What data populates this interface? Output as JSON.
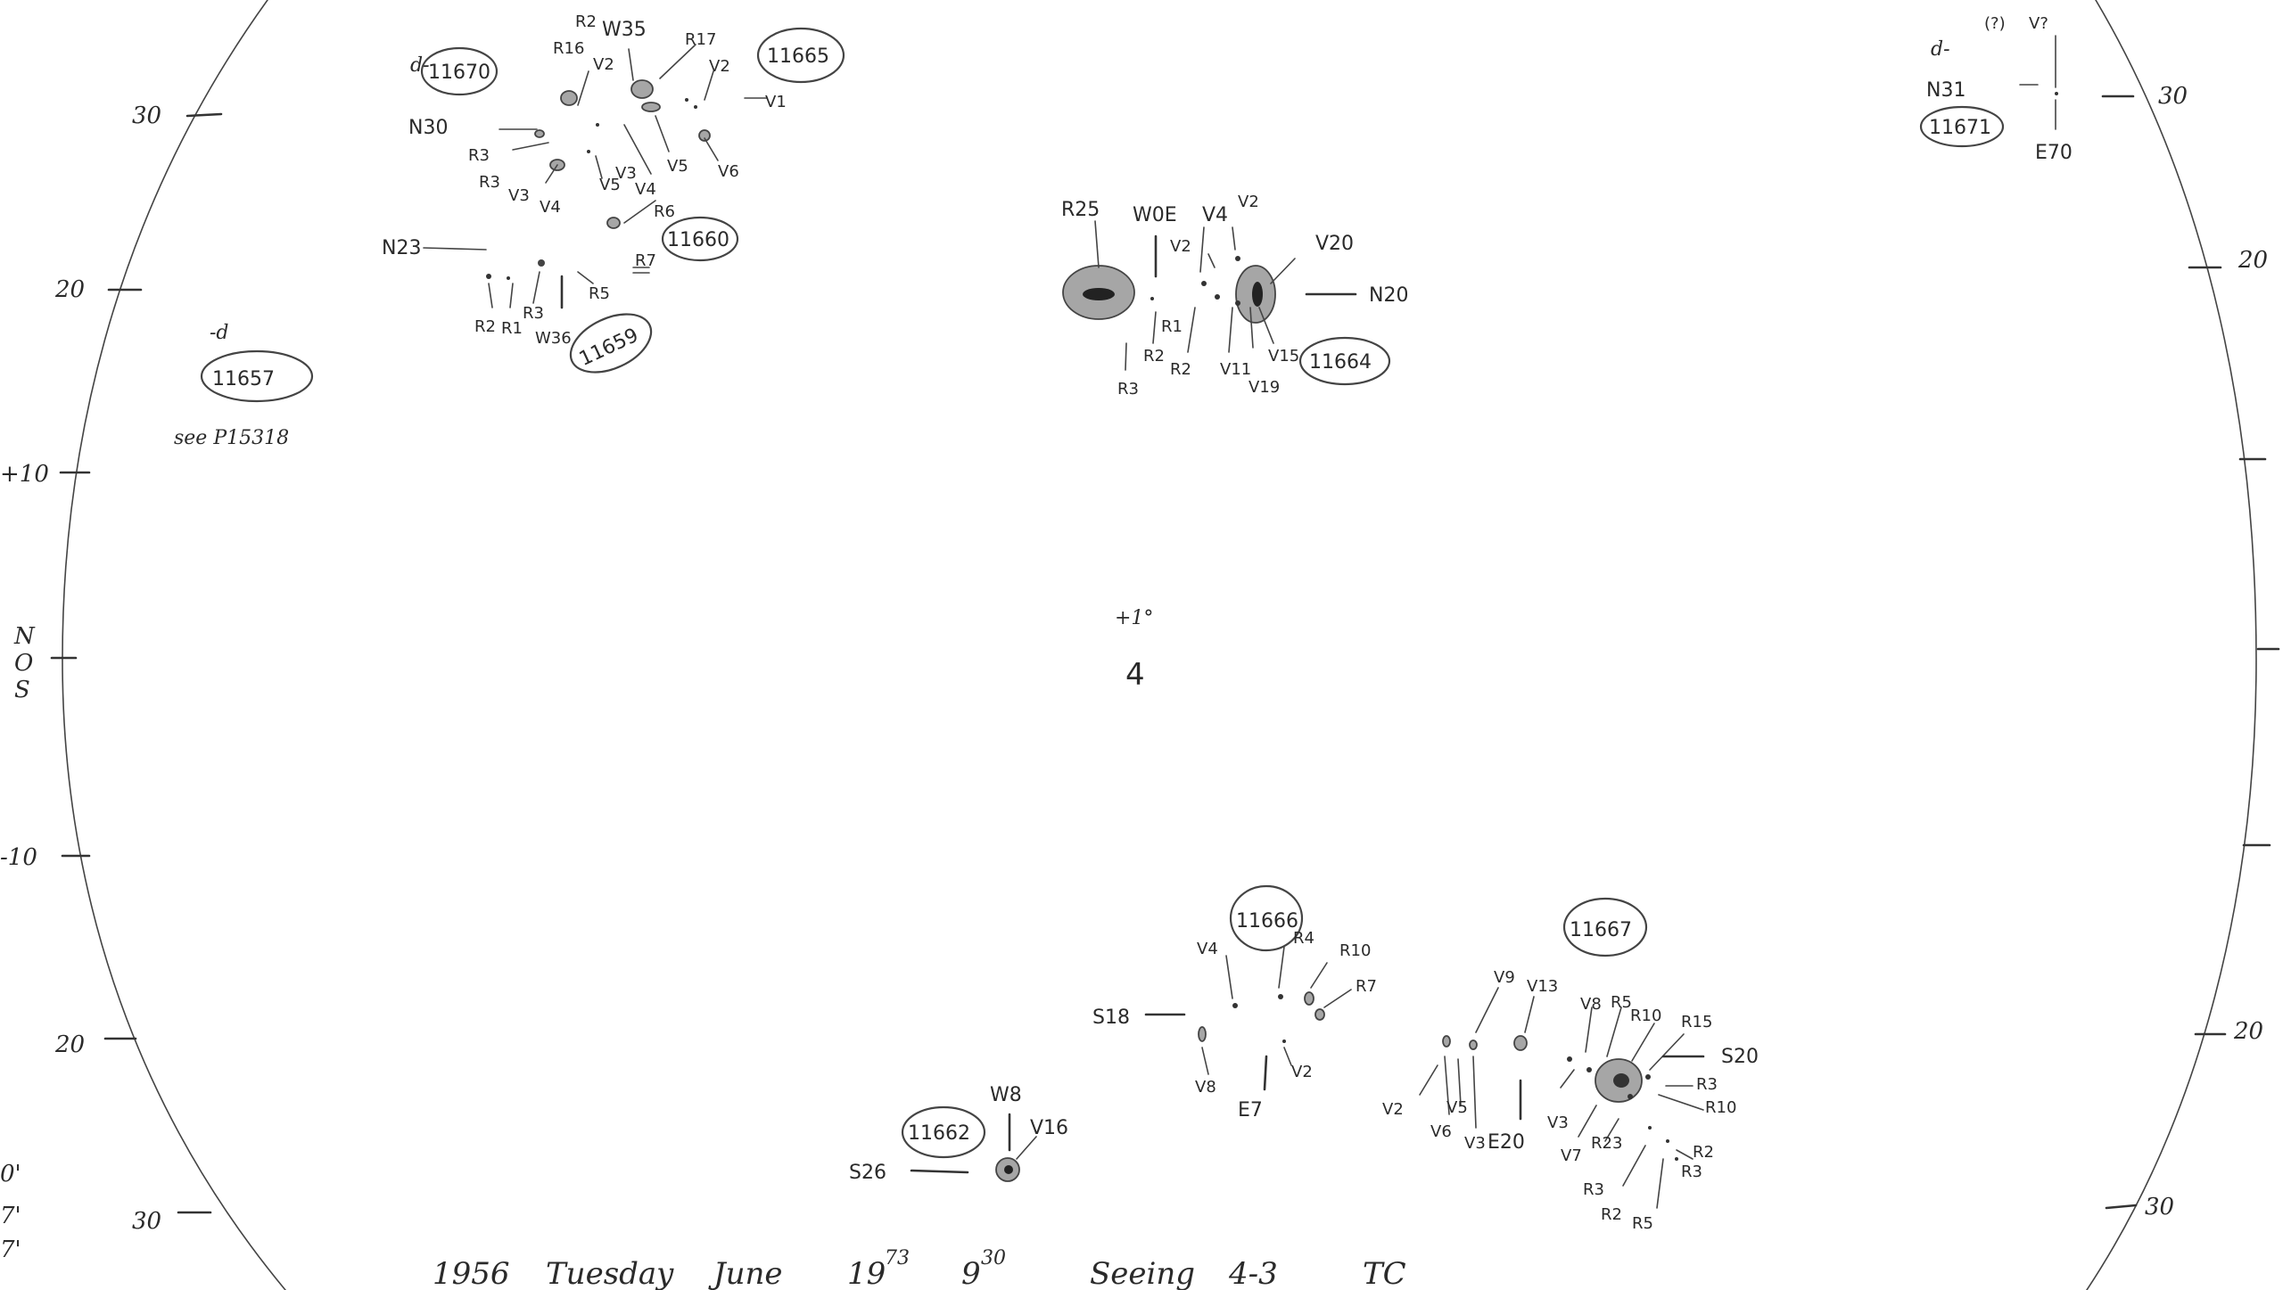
{
  "axis": {
    "left": [
      "30",
      "20",
      "+10",
      "-10",
      "20",
      "30"
    ],
    "right": [
      "30",
      "20",
      "20",
      "30"
    ],
    "equator": [
      "N",
      "O",
      "S"
    ],
    "corner": [
      "0'",
      "7'",
      "7'"
    ]
  },
  "center": {
    "label": "+1°",
    "symbol": "4"
  },
  "groups": {
    "g11670": {
      "number": "11670",
      "mark": "d-",
      "labels": [
        "W35",
        "R2",
        "R16",
        "V2",
        "R17",
        "V2",
        "V1",
        "N30",
        "R3",
        "R3",
        "V3",
        "V4",
        "V5",
        "V3",
        "V4",
        "V5",
        "V6",
        "R6"
      ]
    },
    "g11665": {
      "number": "11665"
    },
    "g11660": {
      "number": "11660",
      "labels": [
        "N23",
        "R7",
        "R5",
        "R2",
        "R1",
        "R3",
        "W36"
      ]
    },
    "g11659": {
      "number": "11659"
    },
    "g11657": {
      "number": "11657",
      "mark": "-d",
      "note": "see P15318"
    },
    "g11671": {
      "number": "11671",
      "mark": "d-",
      "question": "(?)",
      "labels": [
        "V?",
        "N31",
        "E70"
      ]
    },
    "g11664": {
      "number": "11664",
      "labels": [
        "R25",
        "W0E",
        "V4",
        "V2",
        "V2",
        "R1",
        "V20",
        "N20",
        "R2",
        "R2",
        "R3",
        "V11",
        "V15",
        "V19"
      ]
    },
    "g11666": {
      "number": "11666",
      "labels": [
        "V4",
        "R4",
        "R10",
        "R7",
        "S18",
        "V8",
        "E7",
        "V2"
      ]
    },
    "g11667": {
      "number": "11667",
      "labels": [
        "V9",
        "V13",
        "V8",
        "R5",
        "R10",
        "R15",
        "S20",
        "R3",
        "R10",
        "V2",
        "V6",
        "V5",
        "V3",
        "E20",
        "V3",
        "V7",
        "R23",
        "R2",
        "R3",
        "R3",
        "R2",
        "R5"
      ]
    },
    "g11662": {
      "number": "11662",
      "labels": [
        "W8",
        "V16",
        "S26"
      ]
    }
  },
  "footer": {
    "year": "1956",
    "day": "Tuesday",
    "month": "June",
    "date": "19",
    "date_sup": "73",
    "time": "9",
    "time_sup": "30",
    "seeing_label": "Seeing",
    "seeing": "4-3",
    "observer": "TC"
  }
}
